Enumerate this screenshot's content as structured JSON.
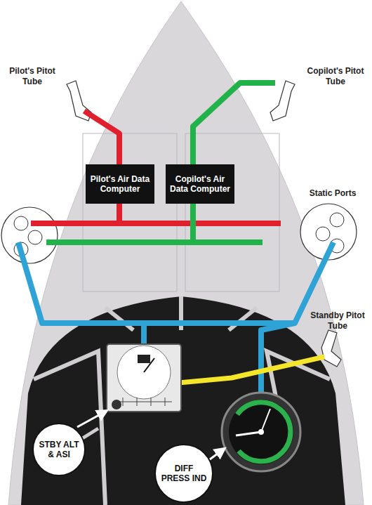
{
  "diagram": {
    "nodes": [
      {
        "text": [
          "Pilot's Air Data Computer"
        ]
      },
      {
        "text": [
          "Copilot's Air Data Computer"
        ]
      },
      {
        "text": [
          "STBY ALT & ASI"
        ]
      },
      {
        "text": [
          "DIFF PRESS IND"
        ]
      }
    ],
    "labels": [
      "Pilot's Pitot Tube",
      "Copilot's Pitot Tube",
      "Static Ports",
      "Standby Pitot Tube"
    ]
  }
}
